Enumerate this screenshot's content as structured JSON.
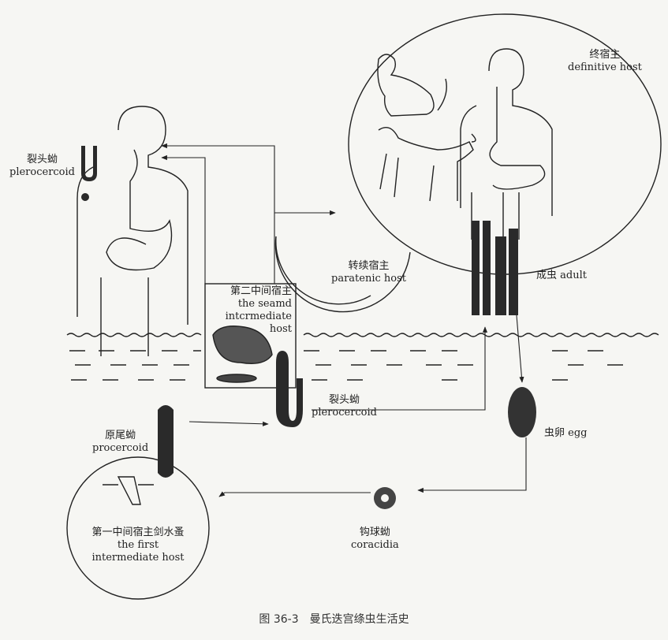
{
  "labels": {
    "definitive_host_zh": "终宿主",
    "definitive_host_en": "definitive host",
    "plerocercoid_top_zh": "裂头蚴",
    "plerocercoid_top_en": "plerocercoid",
    "paratenic_zh": "转续宿主",
    "paratenic_en": "paratenic host",
    "second_host_zh": "第二中间宿主",
    "second_host_en1": "the seamd",
    "second_host_en2": "intcrmediate",
    "second_host_en3": "host",
    "adult_zh": "成虫",
    "adult_en": "adult",
    "plerocercoid_mid_zh": "裂头蚴",
    "plerocercoid_mid_en": "plerocercoid",
    "egg_zh": "虫卵",
    "egg_en": "egg",
    "procercoid_zh": "原尾蚴",
    "procercoid_en": "procercoid",
    "first_host_zh": "第一中间宿主剑水蚤",
    "first_host_en1": "the first",
    "first_host_en2": "intermediate host",
    "coracidia_zh": "钩球蚴",
    "coracidia_en": "coracidia"
  },
  "caption": "图 36-3　曼氏迭宫绦虫生活史"
}
